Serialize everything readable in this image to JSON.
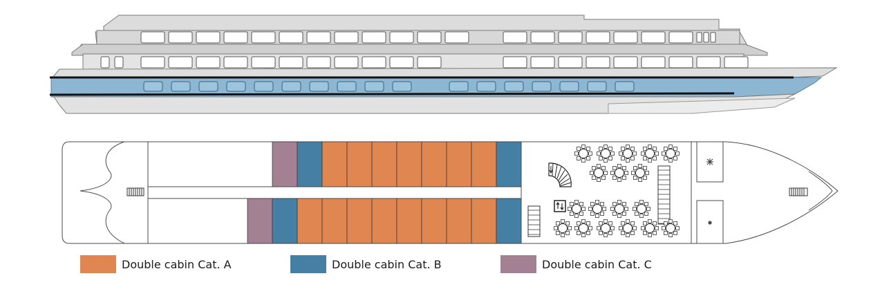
{
  "colors": {
    "cat_a": "#e08650",
    "cat_b": "#457fa3",
    "cat_c": "#a38092",
    "hull_blue": "#8db6d3",
    "superstructure_grey": "#d6d6d6",
    "deck_grey": "#e6e6e6",
    "outline": "#3a3a3a"
  },
  "legend": [
    {
      "key": "cat_a",
      "label": "Double cabin Cat. A"
    },
    {
      "key": "cat_b",
      "label": "Double cabin Cat. B"
    },
    {
      "key": "cat_c",
      "label": "Double cabin Cat. C"
    }
  ],
  "deck_plan": {
    "top_row_cabins": [
      "cat_c",
      "cat_b",
      "cat_a",
      "cat_a",
      "cat_a",
      "cat_a",
      "cat_a",
      "cat_a",
      "cat_a",
      "cat_b"
    ],
    "bottom_row_cabins": [
      "cat_c",
      "cat_b",
      "cat_a",
      "cat_a",
      "cat_a",
      "cat_a",
      "cat_a",
      "cat_a",
      "cat_a",
      "cat_a",
      "cat_b"
    ]
  },
  "icons": [
    "staircase-icon",
    "elevator-icon",
    "dining-table-icon",
    "buffet-counter-icon",
    "ventilation-icon",
    "gangway-icon"
  ]
}
